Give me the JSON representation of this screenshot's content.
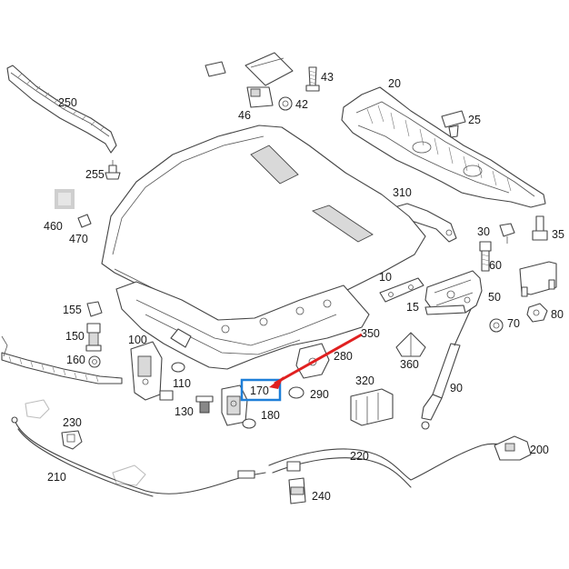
{
  "diagram": {
    "highlight": {
      "label": "170",
      "box_color": "#1e7fd8",
      "arrow_color": "#e02020"
    },
    "parts": [
      {
        "id": "p10",
        "label": "10"
      },
      {
        "id": "p15",
        "label": "15"
      },
      {
        "id": "p20",
        "label": "20"
      },
      {
        "id": "p25",
        "label": "25"
      },
      {
        "id": "p30",
        "label": "30"
      },
      {
        "id": "p35",
        "label": "35"
      },
      {
        "id": "p42",
        "label": "42"
      },
      {
        "id": "p43",
        "label": "43"
      },
      {
        "id": "p46",
        "label": "46"
      },
      {
        "id": "p50",
        "label": "50"
      },
      {
        "id": "p60",
        "label": "60"
      },
      {
        "id": "p70",
        "label": "70"
      },
      {
        "id": "p80",
        "label": "80"
      },
      {
        "id": "p90",
        "label": "90"
      },
      {
        "id": "p100",
        "label": "100"
      },
      {
        "id": "p110",
        "label": "110"
      },
      {
        "id": "p130",
        "label": "130"
      },
      {
        "id": "p150",
        "label": "150"
      },
      {
        "id": "p155",
        "label": "155"
      },
      {
        "id": "p160",
        "label": "160"
      },
      {
        "id": "p180",
        "label": "180"
      },
      {
        "id": "p200",
        "label": "200"
      },
      {
        "id": "p210",
        "label": "210"
      },
      {
        "id": "p220",
        "label": "220"
      },
      {
        "id": "p230",
        "label": "230"
      },
      {
        "id": "p240",
        "label": "240"
      },
      {
        "id": "p250",
        "label": "250"
      },
      {
        "id": "p255",
        "label": "255"
      },
      {
        "id": "p280",
        "label": "280"
      },
      {
        "id": "p290",
        "label": "290"
      },
      {
        "id": "p310",
        "label": "310"
      },
      {
        "id": "p320",
        "label": "320"
      },
      {
        "id": "p350",
        "label": "350"
      },
      {
        "id": "p360",
        "label": "360"
      },
      {
        "id": "p460",
        "label": "460"
      },
      {
        "id": "p470",
        "label": "470"
      }
    ]
  }
}
